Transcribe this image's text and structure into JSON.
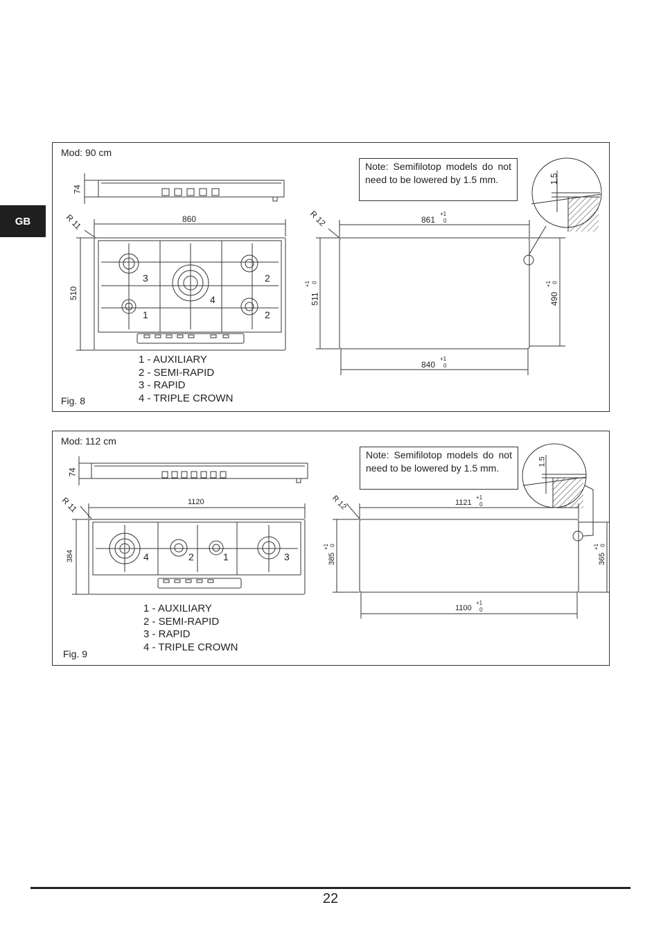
{
  "language_tab": "GB",
  "page_number": "22",
  "figures": [
    {
      "model": "Mod: 90 cm",
      "caption": "Fig. 8",
      "note": "Note: Semifilotop models do not need to be lowered by 1.5 mm.",
      "legend": [
        "1 - AUXILIARY",
        "2 - SEMI-RAPID",
        "3 - RAPID",
        "4 - TRIPLE CROWN"
      ],
      "burner_numbers": [
        "3",
        "2",
        "4",
        "1",
        "2"
      ],
      "dims": {
        "height": "74",
        "radius_hob": "R 11",
        "width_hob": "860",
        "depth_hob": "510",
        "radius_cut": "R 12",
        "cut_top": "861",
        "cut_left": "511",
        "cut_right": "490",
        "cut_bottom": "840",
        "lowering": "1.5",
        "tol_upper": "+1",
        "tol_lower": "0"
      }
    },
    {
      "model": "Mod: 112 cm",
      "caption": "Fig. 9",
      "note": "Note: Semifilotop models do not need to be lowered by 1.5 mm.",
      "legend": [
        "1 - AUXILIARY",
        "2 - SEMI-RAPID",
        "3 - RAPID",
        "4 - TRIPLE CROWN"
      ],
      "burner_numbers": [
        "4",
        "2",
        "1",
        "3"
      ],
      "dims": {
        "height": "74",
        "radius_hob": "R 11",
        "width_hob": "1120",
        "depth_hob": "384",
        "radius_cut": "R 12",
        "cut_top": "1121",
        "cut_left": "385",
        "cut_right": "365",
        "cut_bottom": "1100",
        "lowering": "1.5",
        "tol_upper": "+1",
        "tol_lower": "0"
      }
    }
  ]
}
